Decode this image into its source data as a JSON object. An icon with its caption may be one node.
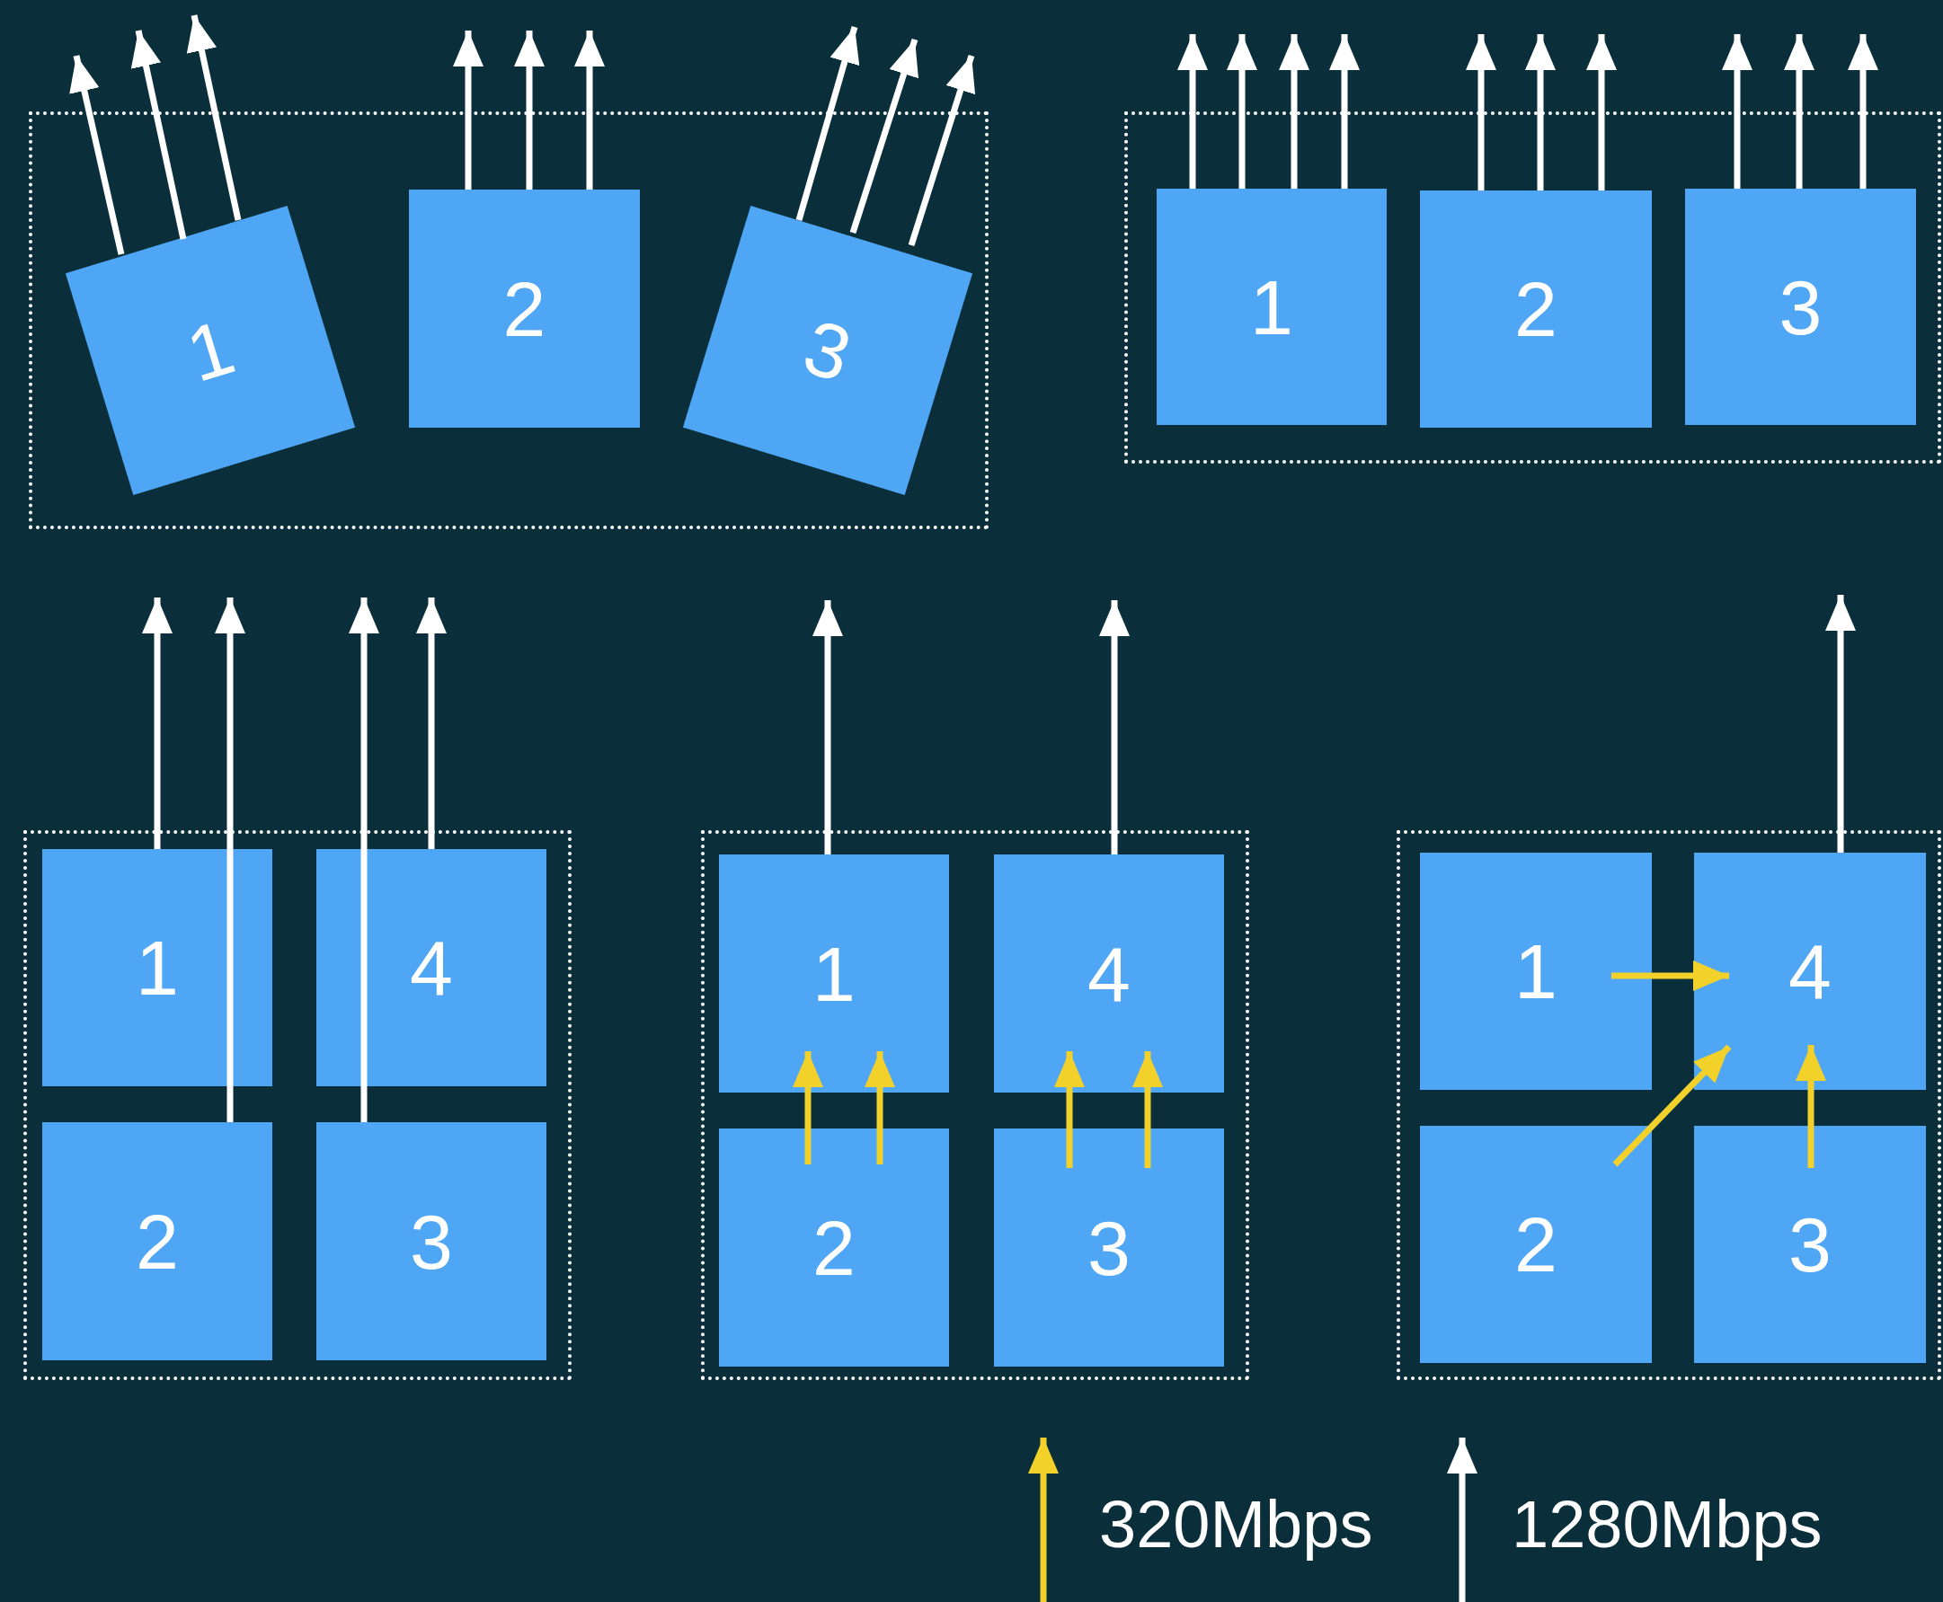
{
  "diagram": {
    "nodes": [
      {
        "text": [],
        "shape": "box"
      },
      {
        "text": [
          "1"
        ],
        "in": 0
      },
      {
        "text": [
          "2"
        ],
        "in": 0
      },
      {
        "text": [
          "3"
        ],
        "in": 0
      },
      {
        "text": [],
        "shape": "box"
      },
      {
        "text": [
          "1"
        ],
        "in": 4
      },
      {
        "text": [
          "2"
        ],
        "in": 4
      },
      {
        "text": [
          "3"
        ],
        "in": 4
      },
      {
        "text": [],
        "shape": "box"
      },
      {
        "text": [
          "1"
        ],
        "in": 8
      },
      {
        "text": [
          "4"
        ],
        "in": 8
      },
      {
        "text": [
          "2"
        ],
        "in": 8
      },
      {
        "text": [
          "3"
        ],
        "in": 8
      },
      {
        "text": [],
        "shape": "box"
      },
      {
        "text": [
          "1"
        ],
        "in": 13
      },
      {
        "text": [
          "4"
        ],
        "in": 13
      },
      {
        "text": [
          "2"
        ],
        "in": 13
      },
      {
        "text": [
          "3"
        ],
        "in": 13
      },
      {
        "text": [],
        "shape": "box"
      },
      {
        "text": [
          "1"
        ],
        "in": 18
      },
      {
        "text": [
          "4"
        ],
        "in": 18
      },
      {
        "text": [
          "2"
        ],
        "in": 18
      },
      {
        "text": [
          "3"
        ],
        "in": 18
      }
    ],
    "edges": [
      {
        "from": 1,
        "to": null,
        "arrow": "to"
      },
      {
        "from": 1,
        "to": null,
        "arrow": "to"
      },
      {
        "from": 1,
        "to": null,
        "arrow": "to"
      },
      {
        "from": 2,
        "to": null,
        "arrow": "to"
      },
      {
        "from": 2,
        "to": null,
        "arrow": "to"
      },
      {
        "from": 2,
        "to": null,
        "arrow": "to"
      },
      {
        "from": 3,
        "to": null,
        "arrow": "to"
      },
      {
        "from": 3,
        "to": null,
        "arrow": "to"
      },
      {
        "from": 3,
        "to": null,
        "arrow": "to"
      },
      {
        "from": 5,
        "to": null,
        "arrow": "to"
      },
      {
        "from": 5,
        "to": null,
        "arrow": "to"
      },
      {
        "from": 5,
        "to": null,
        "arrow": "to"
      },
      {
        "from": 5,
        "to": null,
        "arrow": "to"
      },
      {
        "from": 6,
        "to": null,
        "arrow": "to"
      },
      {
        "from": 6,
        "to": null,
        "arrow": "to"
      },
      {
        "from": 6,
        "to": null,
        "arrow": "to"
      },
      {
        "from": 7,
        "to": null,
        "arrow": "to"
      },
      {
        "from": 7,
        "to": null,
        "arrow": "to"
      },
      {
        "from": 7,
        "to": null,
        "arrow": "to"
      },
      {
        "from": 9,
        "to": null,
        "arrow": "to"
      },
      {
        "from": 11,
        "to": null,
        "arrow": "to"
      },
      {
        "from": 12,
        "to": null,
        "arrow": "to"
      },
      {
        "from": 10,
        "to": null,
        "arrow": "to"
      },
      {
        "from": 14,
        "to": null,
        "arrow": "to"
      },
      {
        "from": 15,
        "to": null,
        "arrow": "to"
      },
      {
        "from": 16,
        "to": 14,
        "arrow": "to",
        "color": "#f2d12b"
      },
      {
        "from": 16,
        "to": 14,
        "arrow": "to",
        "color": "#f2d12b"
      },
      {
        "from": 17,
        "to": 15,
        "arrow": "to",
        "color": "#f2d12b"
      },
      {
        "from": 17,
        "to": 15,
        "arrow": "to",
        "color": "#f2d12b"
      },
      {
        "from": 19,
        "to": 20,
        "arrow": "to",
        "color": "#f2d12b"
      },
      {
        "from": 21,
        "to": 20,
        "arrow": "to",
        "color": "#f2d12b"
      },
      {
        "from": 22,
        "to": 20,
        "arrow": "to",
        "color": "#f2d12b"
      },
      {
        "from": 20,
        "to": null,
        "arrow": "to"
      }
    ],
    "legend": [
      {
        "text": "320Mbps"
      },
      {
        "text": "1280Mbps"
      }
    ]
  }
}
